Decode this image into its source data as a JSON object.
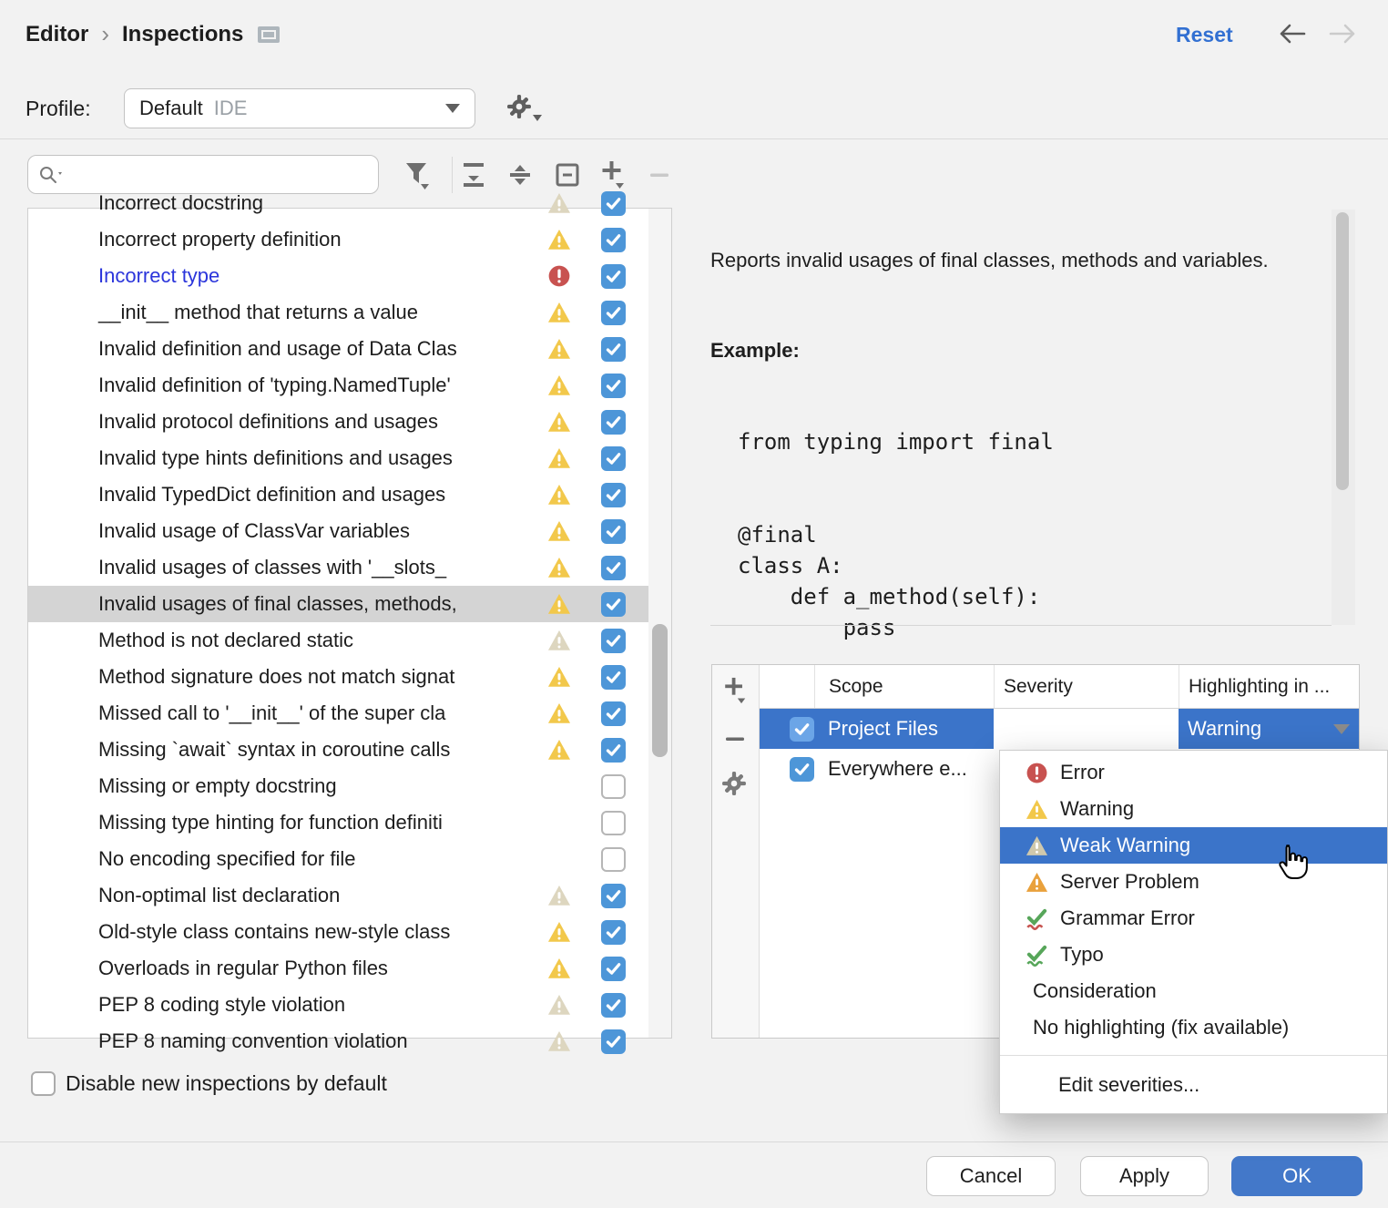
{
  "header": {
    "breadcrumb": {
      "part1": "Editor",
      "separator": "›",
      "part2": "Inspections"
    },
    "reset": "Reset"
  },
  "profile": {
    "label": "Profile:",
    "value": "Default",
    "suffix": "IDE"
  },
  "search": {
    "placeholder": ""
  },
  "toolbar": {
    "icons": [
      "search",
      "filter",
      "expand-all",
      "collapse-all",
      "collapse-node",
      "add",
      "remove"
    ]
  },
  "list": {
    "items": [
      {
        "label": "Incorrect docstring",
        "icon": "warning-faded",
        "checked": true
      },
      {
        "label": "Incorrect property definition",
        "icon": "warning",
        "checked": true
      },
      {
        "label": "Incorrect type",
        "icon": "error",
        "checked": true,
        "link": true
      },
      {
        "label": "__init__ method that returns a value",
        "icon": "warning",
        "checked": true
      },
      {
        "label": "Invalid definition and usage of Data Clas",
        "icon": "warning",
        "checked": true
      },
      {
        "label": "Invalid definition of 'typing.NamedTuple'",
        "icon": "warning",
        "checked": true
      },
      {
        "label": "Invalid protocol definitions and usages",
        "icon": "warning",
        "checked": true
      },
      {
        "label": "Invalid type hints definitions and usages",
        "icon": "warning",
        "checked": true
      },
      {
        "label": "Invalid TypedDict definition and usages",
        "icon": "warning",
        "checked": true
      },
      {
        "label": "Invalid usage of ClassVar variables",
        "icon": "warning",
        "checked": true
      },
      {
        "label": "Invalid usages of classes with  '__slots_",
        "icon": "warning",
        "checked": true
      },
      {
        "label": "Invalid usages of final classes, methods,",
        "icon": "warning",
        "checked": true,
        "selected": true
      },
      {
        "label": "Method is not declared static",
        "icon": "warning-faded",
        "checked": true
      },
      {
        "label": "Method signature does not match signat",
        "icon": "warning",
        "checked": true
      },
      {
        "label": "Missed call to '__init__' of the super cla",
        "icon": "warning",
        "checked": true
      },
      {
        "label": "Missing `await` syntax in coroutine calls",
        "icon": "warning",
        "checked": true
      },
      {
        "label": "Missing or empty docstring",
        "icon": "none",
        "checked": false
      },
      {
        "label": "Missing type hinting for function definiti",
        "icon": "none",
        "checked": false
      },
      {
        "label": "No encoding specified for file",
        "icon": "none",
        "checked": false
      },
      {
        "label": "Non-optimal list declaration",
        "icon": "warning-faded",
        "checked": true
      },
      {
        "label": "Old-style class contains new-style class",
        "icon": "warning",
        "checked": true
      },
      {
        "label": "Overloads in regular Python files",
        "icon": "warning",
        "checked": true
      },
      {
        "label": "PEP 8 coding style violation",
        "icon": "warning-faded",
        "checked": true
      },
      {
        "label": "PEP 8 naming convention violation",
        "icon": "warning-faded",
        "checked": true
      }
    ]
  },
  "detail": {
    "description": "Reports invalid usages of final classes, methods and variables.",
    "example_label": "Example:",
    "code": [
      "from typing import final",
      "",
      "",
      "@final",
      "class A:",
      "    def a_method(self):",
      "        pass"
    ]
  },
  "scopes": {
    "columns": [
      "Scope",
      "Severity",
      "Highlighting in ..."
    ],
    "toolbar_icons": [
      "add",
      "remove",
      "settings"
    ],
    "rows": [
      {
        "scope": "Project Files",
        "checked": true,
        "selected": true,
        "severity": "",
        "highlighting": "Warning"
      },
      {
        "scope": "Everywhere e...",
        "checked": true,
        "selected": false,
        "severity": "",
        "highlighting": ""
      }
    ]
  },
  "severity_menu": {
    "items": [
      {
        "label": "Error",
        "icon": "error"
      },
      {
        "label": "Warning",
        "icon": "warning"
      },
      {
        "label": "Weak Warning",
        "icon": "weak-warning",
        "selected": true
      },
      {
        "label": "Server Problem",
        "icon": "server-problem"
      },
      {
        "label": "Grammar Error",
        "icon": "grammar-error"
      },
      {
        "label": "Typo",
        "icon": "typo"
      },
      {
        "label": "Consideration",
        "icon": "none"
      },
      {
        "label": "No highlighting (fix available)",
        "icon": "none"
      }
    ],
    "footer": "Edit severities..."
  },
  "footer": {
    "disable_label": "Disable new inspections by default",
    "cancel": "Cancel",
    "apply": "Apply",
    "ok": "OK"
  },
  "colors": {
    "accent_blue": "#3270D2",
    "selection_blue": "#3B74C9",
    "checkbox_blue": "#4D96D8",
    "list_selection_gray": "#D4D4D4",
    "link_blue": "#2B35DB",
    "ok_button_blue": "#4378C9",
    "warning_yellow": "#F2C84B",
    "warning_faded": "#DDD6BF",
    "weak_warning_tan": "#CFC8AC",
    "server_problem_orange": "#E9A13C",
    "error_red": "#C85250",
    "typo_green": "#57A65A",
    "grammar_error_red": "#C75450"
  }
}
